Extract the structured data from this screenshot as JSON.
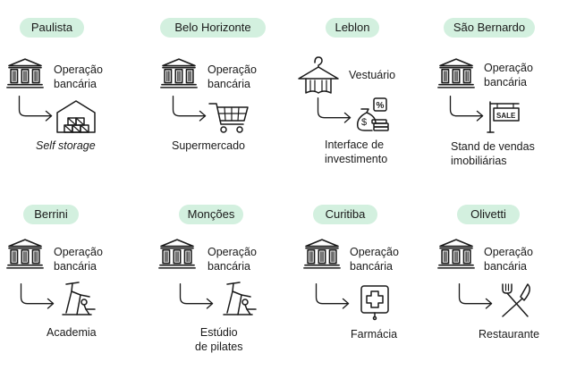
{
  "cells": [
    {
      "pill": "Paulista",
      "source": "Operação\nbancária",
      "target": "Self storage",
      "target_icon": "storage-warehouse-icon"
    },
    {
      "pill": "Belo Horizonte",
      "source": "Operação\nbancária",
      "target": "Supermercado",
      "target_icon": "shopping-cart-icon"
    },
    {
      "pill": "Leblon",
      "source": "Vestuário",
      "target": "Interface de\ninvestimento",
      "target_icon": "money-bag-percent-icon"
    },
    {
      "pill": "São Bernardo",
      "source": "Operação\nbancária",
      "target": "Stand de vendas\nimobiliárias",
      "target_icon": "sale-sign-icon"
    },
    {
      "pill": "Berrini",
      "source": "Operação\nbancária",
      "target": "Academia",
      "target_icon": "exercise-machine-icon"
    },
    {
      "pill": "Monções",
      "source": "Operação\nbancária",
      "target": "Estúdio\nde pilates",
      "target_icon": "pilates-reformer-icon"
    },
    {
      "pill": "Curitiba",
      "source": "Operação\nbancária",
      "target": "Farmácia",
      "target_icon": "pharmacy-cross-icon"
    },
    {
      "pill": "Olivetti",
      "source": "Operação\nbancária",
      "target": "Restaurante",
      "target_icon": "fork-knife-icon"
    }
  ],
  "colors": {
    "pill_bg": "#d3f0df",
    "ink": "#1a1a1a"
  },
  "source_icons": [
    "bank-building-icon",
    "clothes-hanger-icon"
  ]
}
